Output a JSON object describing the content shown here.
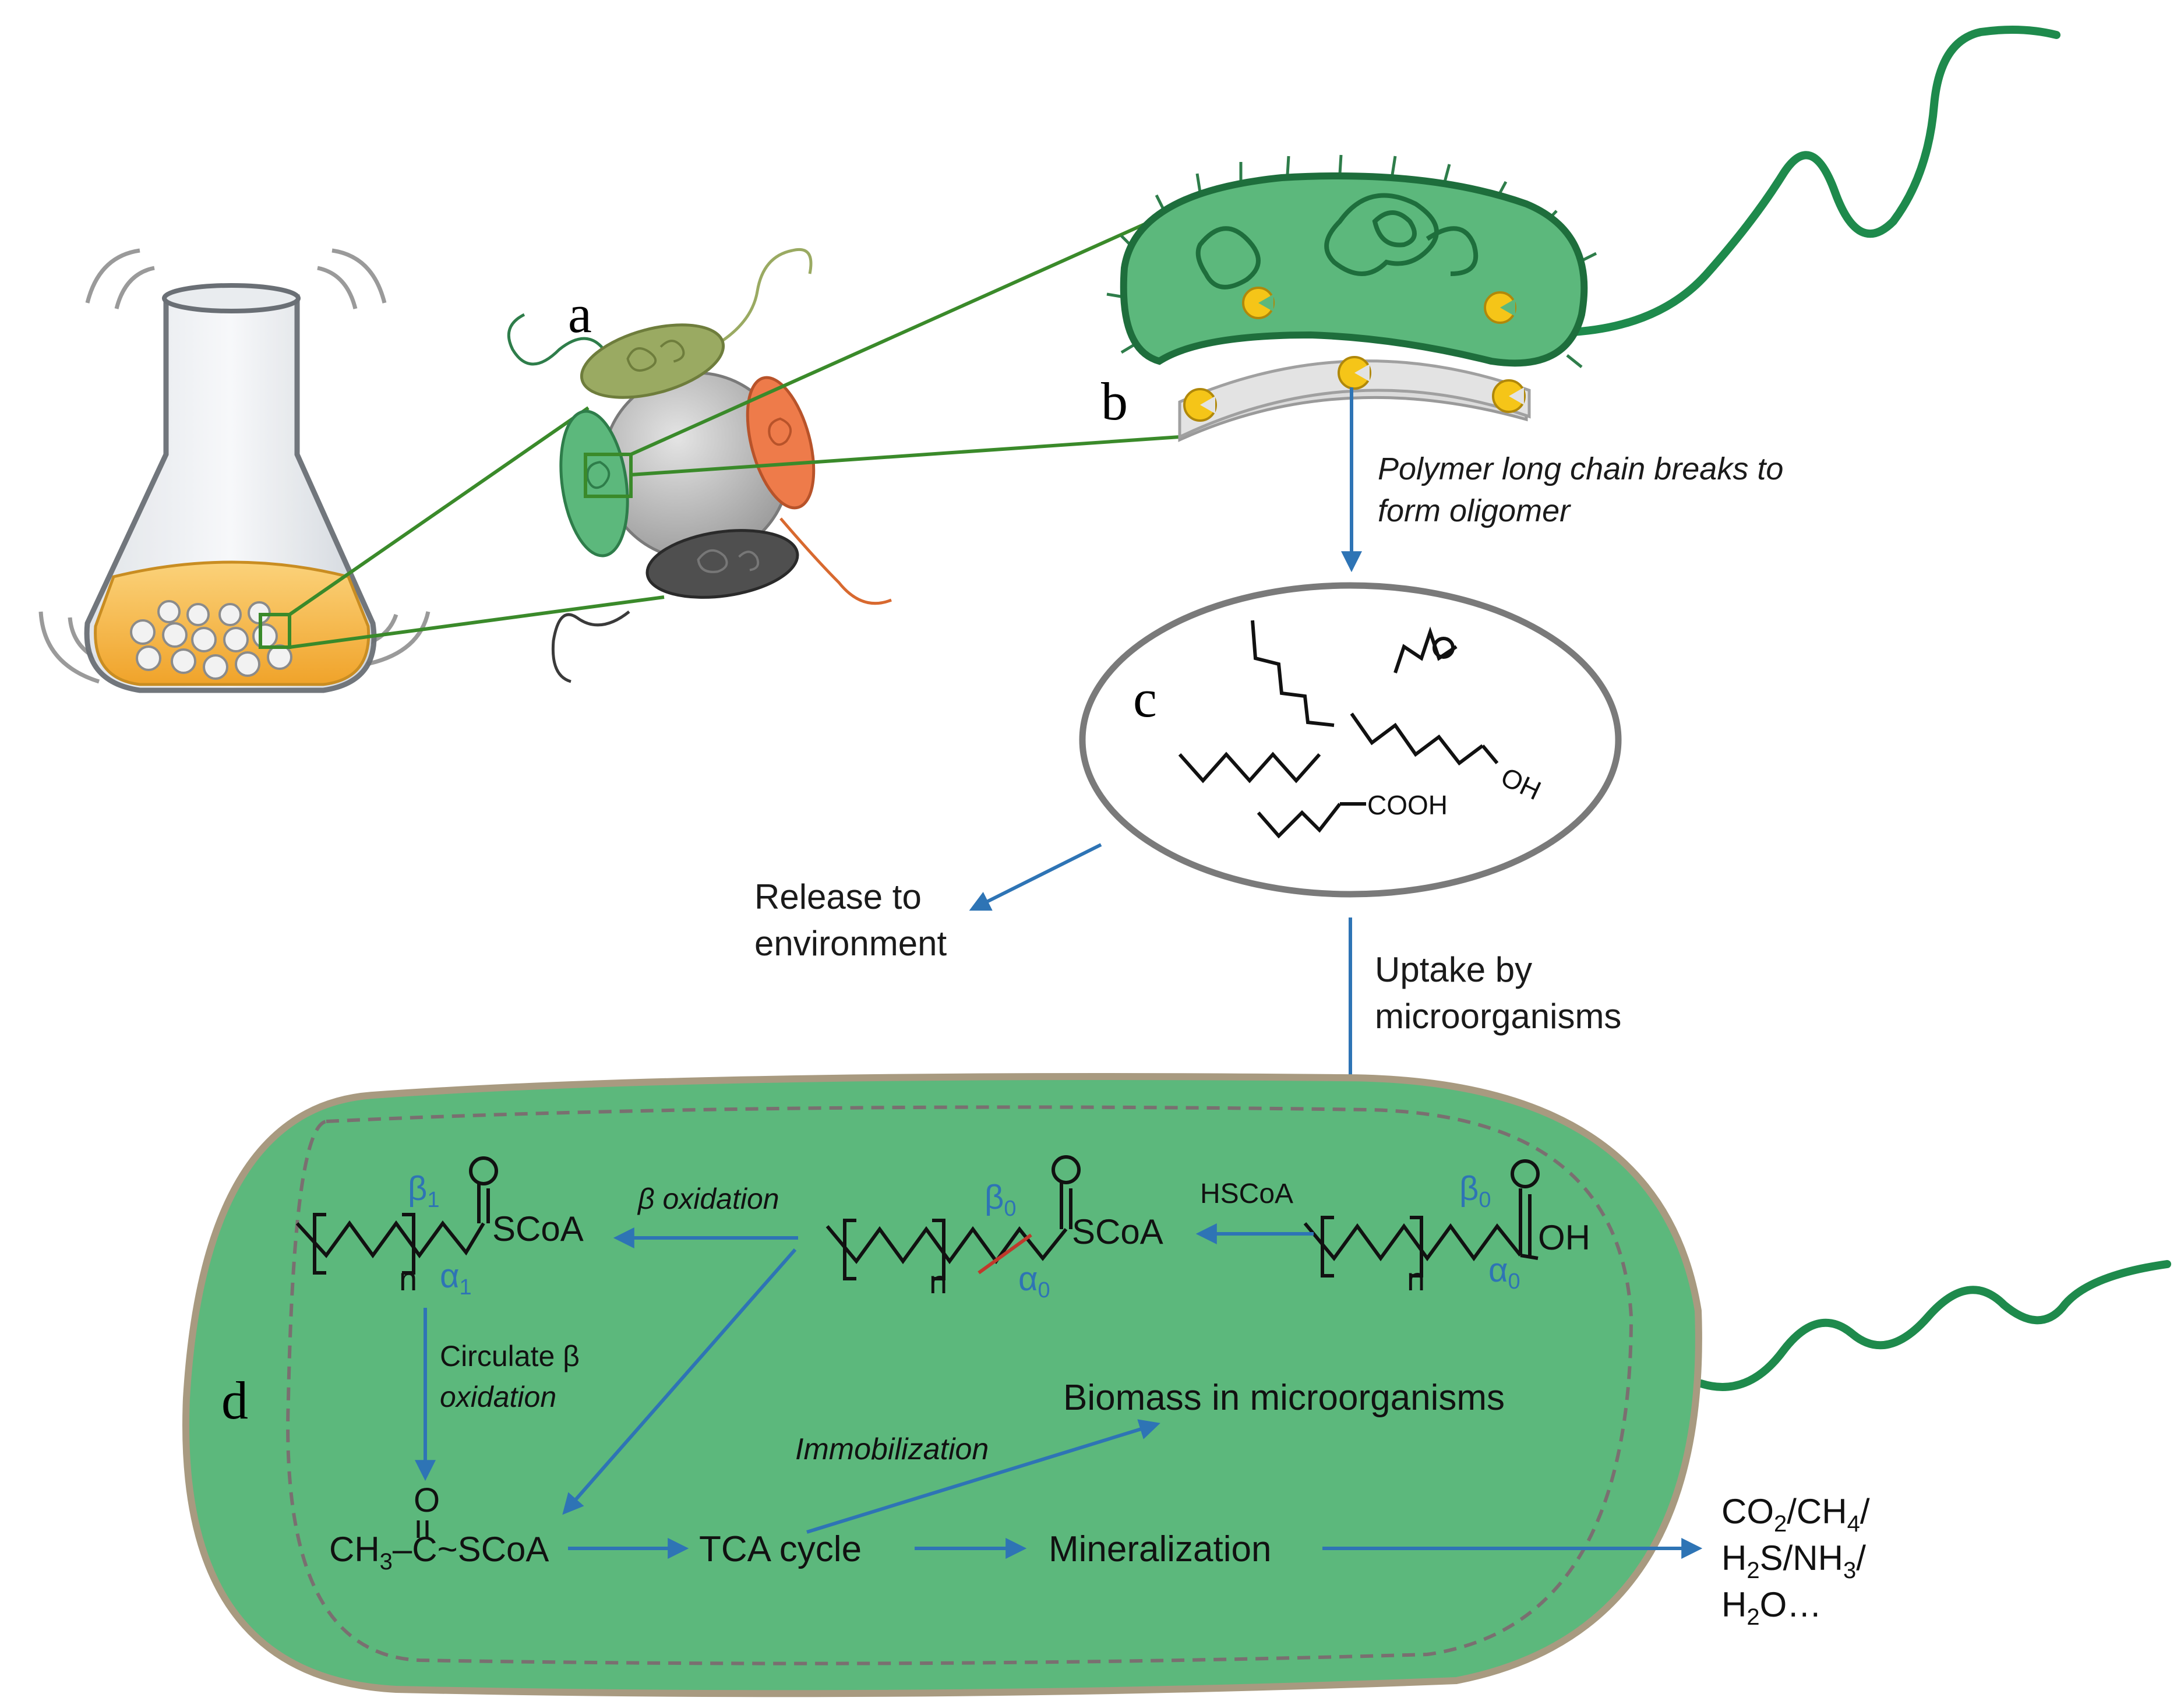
{
  "panel_labels": {
    "a": "a",
    "b": "b",
    "c": "c",
    "d": "d"
  },
  "annotations": {
    "polymer_break_line1": "Polymer long chain breaks to",
    "polymer_break_line2": "form oligomer",
    "release_line1": "Release to",
    "release_line2": "environment",
    "uptake_line1": "Uptake by",
    "uptake_line2": "microorganisms"
  },
  "oligomers": {
    "oh": "OH",
    "cooh": "COOH"
  },
  "metabolism": {
    "scoa": "SCoA",
    "hscoa": "HSCoA",
    "oh": "OH",
    "n": "n",
    "beta": "β",
    "alpha": "α",
    "sub0": "0",
    "sub1": "1",
    "beta_oxidation": "β oxidation",
    "circulate_line1": "Circulate β",
    "circulate_line2": "oxidation",
    "acetyl_o": "O",
    "acetyl_ch": "CH",
    "acetyl_3": "3",
    "acetyl_c": "C",
    "acetyl_scoa": "~SCoA",
    "tca": "TCA cycle",
    "mineralization": "Mineralization",
    "biomass": "Biomass in microorganisms",
    "immobilization": "Immobilization"
  },
  "products": {
    "line1_a": "CO",
    "line1_sub": "2",
    "line1_b": "/CH",
    "line1_sub2": "4",
    "line1_c": "/",
    "line2_a": "H",
    "line2_sub": "2",
    "line2_b": "S/NH",
    "line2_sub2": "3",
    "line2_c": "/",
    "line3_a": "H",
    "line3_sub": "2",
    "line3_b": "O…"
  },
  "colors": {
    "cell_green": "#5cb87c",
    "cell_border": "#a89a80",
    "flagellum": "#1e8a4c",
    "arrow_blue": "#2e74b5",
    "zoom_line": "#3a8a2a",
    "enzyme_yellow": "#f5c518",
    "bacterium_orange": "#ee7b4a",
    "bacterium_olive": "#9aaa62",
    "bacterium_dark": "#4f4f4f"
  }
}
